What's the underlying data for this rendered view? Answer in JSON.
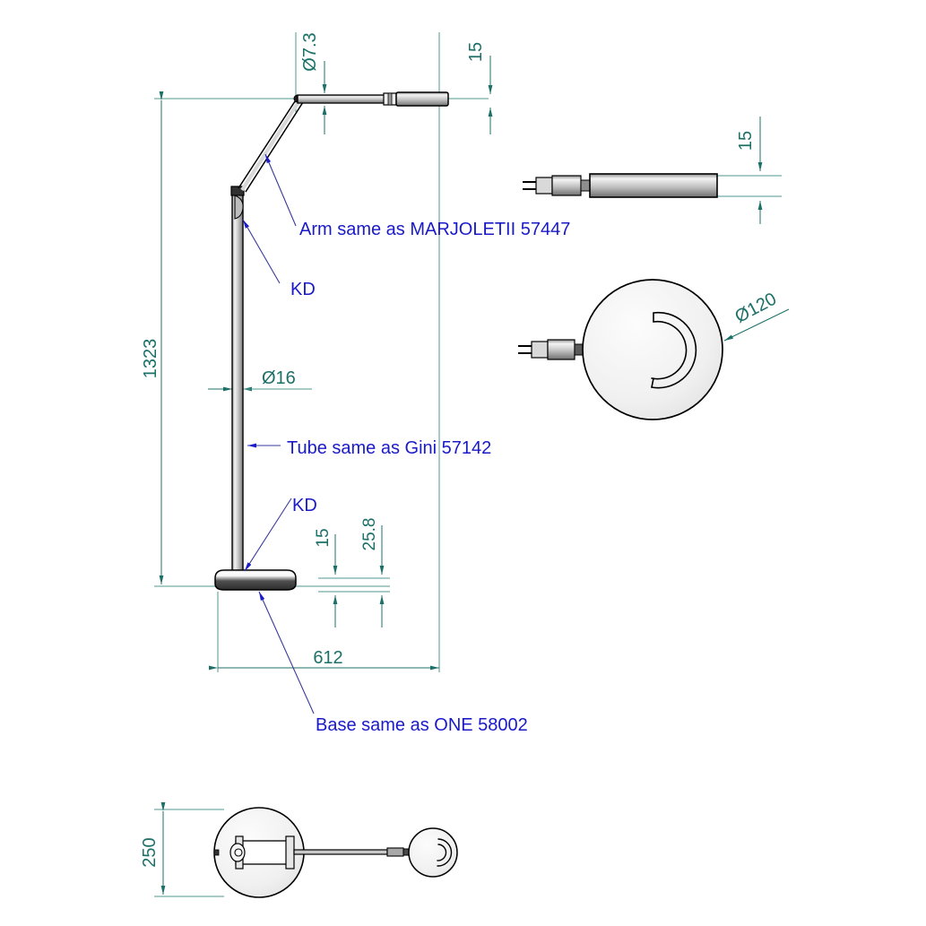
{
  "drawing": {
    "title": "Floor lamp technical drawing",
    "colors": {
      "dimension": "#1d7068",
      "annotation": "#1a1ac8",
      "outline": "#000000",
      "background": "#ffffff"
    }
  },
  "front_view": {
    "dimensions": {
      "overall_height": "1323",
      "arm_diameter": "Ø7.3",
      "head_thickness": "15",
      "tube_diameter": "Ø16",
      "base_plate": "15",
      "base_total": "25.8",
      "reach": "612"
    }
  },
  "head_side_view": {
    "dimensions": {
      "thickness": "15"
    }
  },
  "head_top_view": {
    "dimensions": {
      "diameter": "Ø120"
    }
  },
  "plan_view": {
    "dimensions": {
      "base_diameter": "250"
    }
  },
  "annotations": {
    "arm": "Arm same as MARJOLETII 57447",
    "kd_upper": "KD",
    "tube": "Tube same as Gini 57142",
    "kd_lower": "KD",
    "base": "Base same as ONE 58002"
  }
}
